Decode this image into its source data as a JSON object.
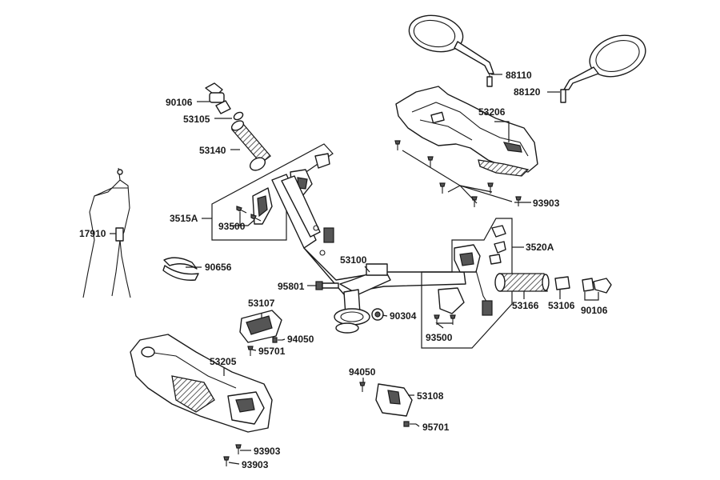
{
  "labels": {
    "p88110": "88110",
    "p88120": "88120",
    "p53206": "53206",
    "p93903_top": "93903",
    "p90106_left": "90106",
    "p53105": "53105",
    "p53140": "53140",
    "p3515A": "3515A",
    "p93500_left": "93500",
    "p17910": "17910",
    "p90656": "90656",
    "p53100": "53100",
    "p3520A": "3520A",
    "p95801": "95801",
    "p53166": "53166",
    "p53106": "53106",
    "p90106_right": "90106",
    "p53107": "53107",
    "p90304": "90304",
    "p93500_right": "93500",
    "p94050_left": "94050",
    "p95701_left": "95701",
    "p53205": "53205",
    "p94050_bottom": "94050",
    "p53108": "53108",
    "p95701_bottom": "95701",
    "p93903_bottom1": "93903",
    "p93903_bottom2": "93903"
  },
  "colors": {
    "line": "#1a1a1a",
    "shade": "#555555",
    "background": "#ffffff"
  }
}
